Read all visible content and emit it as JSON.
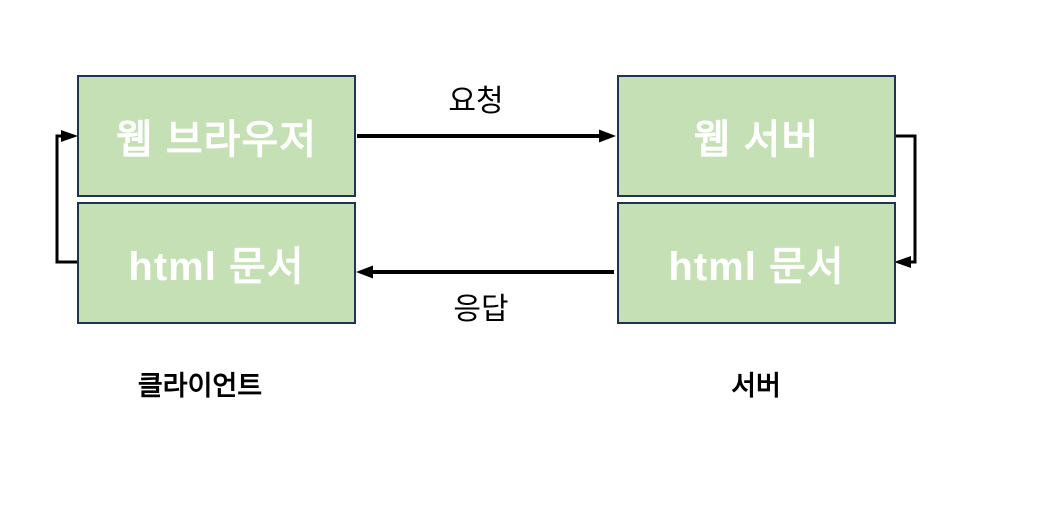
{
  "diagram": {
    "boxes": [
      {
        "id": "web-browser",
        "label": "웹 브라우저"
      },
      {
        "id": "client-html",
        "label": "html 문서"
      },
      {
        "id": "web-server",
        "label": "웹 서버"
      },
      {
        "id": "server-html",
        "label": "html 문서"
      }
    ],
    "arrows": {
      "request_label": "요청",
      "response_label": "응답",
      "request_direction": "web-browser to web-server",
      "response_direction": "server-html to client-html",
      "client_loop": "client-html to web-browser",
      "server_loop": "web-server to server-html"
    },
    "group_labels": {
      "client": "클라이언트",
      "server": "서버"
    },
    "colors": {
      "page_bg": "#ffffff",
      "box_fill": "#c5e0b4",
      "box_border": "#1f3352",
      "box_text": "#ffffff",
      "arrow": "#000000",
      "label_text": "#000000"
    }
  }
}
